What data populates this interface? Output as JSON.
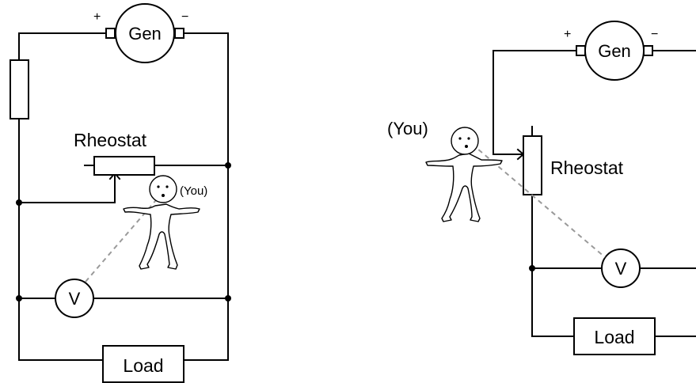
{
  "left_circuit": {
    "generator_label": "Gen",
    "plus_sign": "+",
    "minus_sign": "−",
    "rheostat_label": "Rheostat",
    "voltmeter_label": "V",
    "load_label": "Load",
    "person_label": "(You)"
  },
  "right_circuit": {
    "generator_label": "Gen",
    "plus_sign": "+",
    "minus_sign": "−",
    "rheostat_label": "Rheostat",
    "voltmeter_label": "V",
    "load_label": "Load",
    "person_label": "(You)"
  }
}
